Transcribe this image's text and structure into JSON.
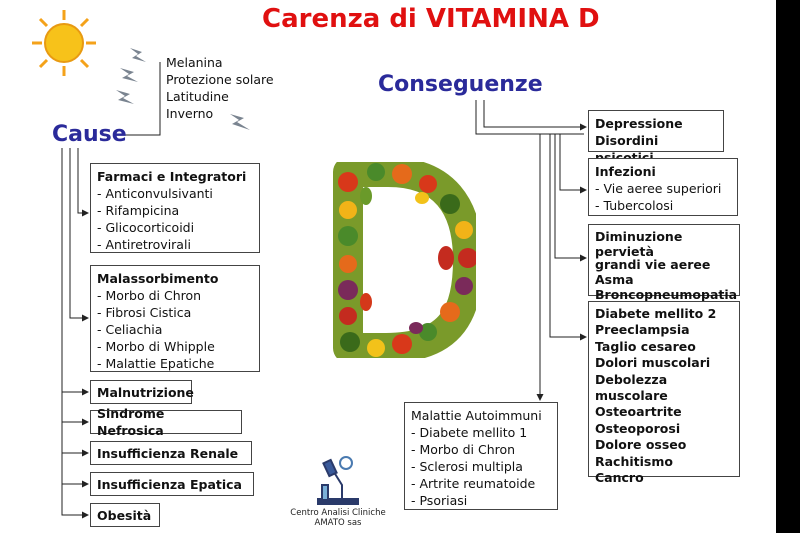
{
  "title": "Carenza di VITAMINA D",
  "cause_heading": "Cause",
  "conseguenze_heading": "Conseguenze",
  "climate_factors": [
    "Melanina",
    "Protezione solare",
    "Latitudine",
    "Inverno"
  ],
  "cause": {
    "farmaci": {
      "title": "Farmaci e Integratori",
      "items": [
        "- Anticonvulsivanti",
        "- Rifampicina",
        "- Glicocorticoidi",
        "- Antiretrovirali"
      ]
    },
    "malassorbimento": {
      "title": "Malassorbimento",
      "items": [
        "- Morbo di Chron",
        "- Fibrosi Cistica",
        "- Celiachia",
        "- Morbo di Whipple",
        "- Malattie Epatiche"
      ]
    },
    "malnutrizione": "Malnutrizione",
    "sindrome_nefrosica": "Sindrome Nefrosica",
    "insufficienza_renale": "Insufficienza Renale",
    "insufficienza_epatica": "Insufficienza Epatica",
    "obesita": "Obesità"
  },
  "conseguenze": {
    "depressione": [
      "Depressione",
      "Disordini psicotici"
    ],
    "infezioni": {
      "title": "Infezioni",
      "items": [
        "- Vie aeree superiori",
        "- Tubercolosi"
      ]
    },
    "vie_aeree": [
      "Diminuzione pervietà",
      "grandi vie aeree",
      "Asma",
      "Broncopneumopatia"
    ],
    "diabete_list": [
      "Diabete mellito 2",
      "Preeclampsia",
      "Taglio cesareo",
      "Dolori muscolari",
      "Debolezza muscolare",
      "Osteoartrite",
      "Osteoporosi",
      "Dolore osseo",
      "Rachitismo",
      "Cancro"
    ],
    "autoimmuni": {
      "title": "Malattie Autoimmuni",
      "items": [
        "- Diabete mellito 1",
        "- Morbo di Chron",
        "- Sclerosi multipla",
        "- Artrite reumatoide",
        "- Psoriasi"
      ]
    }
  },
  "lab": {
    "name": "Centro Analisi Cliniche",
    "sub": "AMATO sas"
  },
  "icons": {
    "sun": "sun-icon",
    "rays": "sun-ray-icon",
    "letter": "vegetable-letter-d-icon",
    "lab": "microscope-icon"
  },
  "colors": {
    "title": "#e01010",
    "heading": "#2a2a9a",
    "sun": "#f7c21a"
  }
}
